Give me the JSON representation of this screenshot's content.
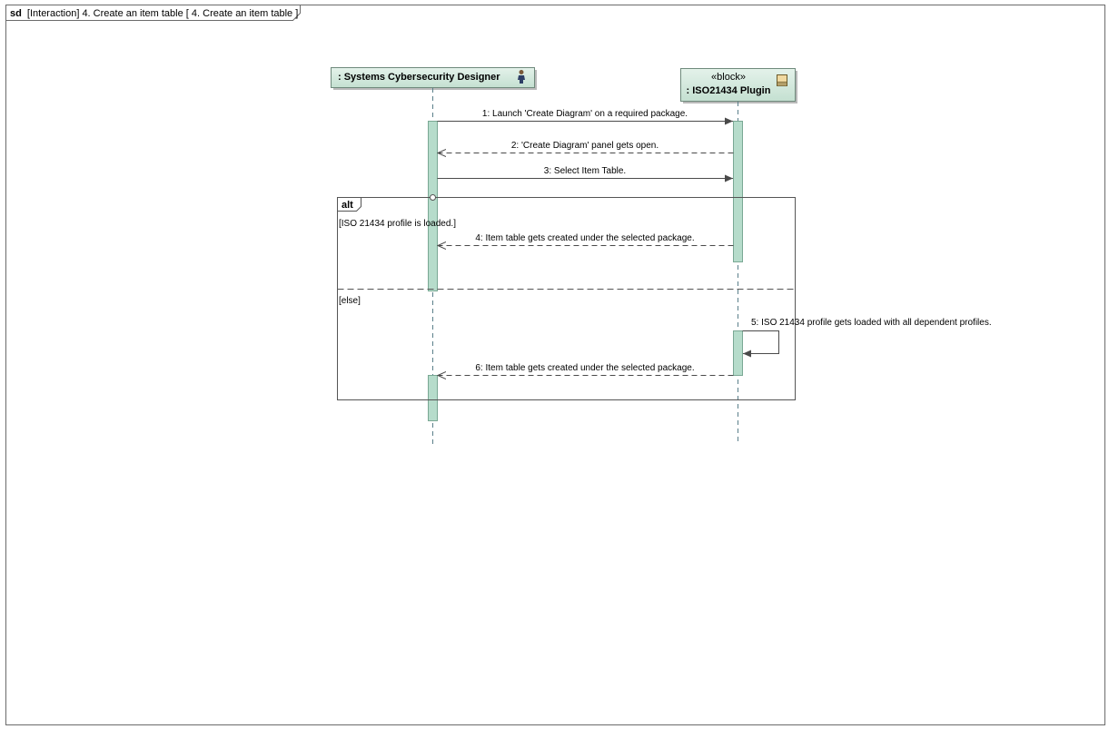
{
  "frame": {
    "kind": "sd",
    "title": "[Interaction] 4. Create an item table [ 4. Create an item table ]"
  },
  "lifelines": [
    {
      "id": "designer",
      "stereotype": "",
      "name": ": Systems Cybersecurity Designer",
      "icon": "actor-icon"
    },
    {
      "id": "plugin",
      "stereotype": "«block»",
      "name": ": ISO21434 Plugin",
      "icon": "block-icon"
    }
  ],
  "messages": [
    {
      "label": "1: Launch 'Create Diagram' on a required package.",
      "from": "designer",
      "to": "plugin",
      "kind": "call"
    },
    {
      "label": "2: 'Create Diagram' panel gets open.",
      "from": "plugin",
      "to": "designer",
      "kind": "reply"
    },
    {
      "label": "3: Select Item Table.",
      "from": "designer",
      "to": "plugin",
      "kind": "call"
    },
    {
      "label": "4: Item table gets created under the selected package.",
      "from": "plugin",
      "to": "designer",
      "kind": "reply"
    },
    {
      "label": "5: ISO 21434 profile gets loaded with all dependent profiles.",
      "from": "plugin",
      "to": "plugin",
      "kind": "self"
    },
    {
      "label": "6: Item table gets created under the selected package.",
      "from": "plugin",
      "to": "designer",
      "kind": "reply"
    }
  ],
  "fragment": {
    "operator": "alt",
    "operands": [
      {
        "guard": "[ISO 21434 profile is loaded.]"
      },
      {
        "guard": "[else]"
      }
    ]
  },
  "colors": {
    "lifeline_header": "#cfe7da",
    "activation": "#b6dccb",
    "line": "#4a4a4a",
    "frame": "#6b6b6b"
  }
}
